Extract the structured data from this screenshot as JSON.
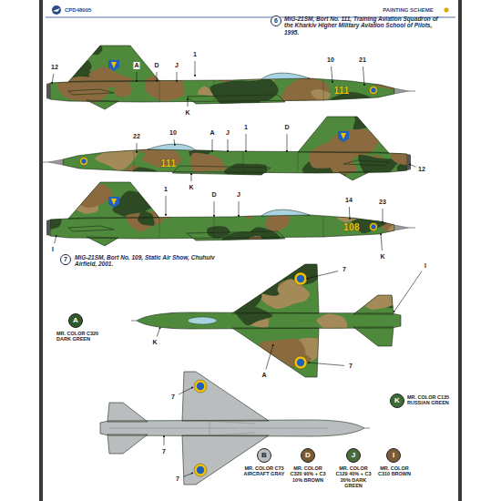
{
  "diagram": {
    "title": "PAINTING SCHEME",
    "labels": [
      "CPD48005",
      "6",
      "MiG-21SM, Bort No. 111, Training Aviation Squadron of the Kharkiv Higher Military Aviation School of Pilots, 1995.",
      "1",
      "12",
      "A",
      "D",
      "J",
      "10",
      "21",
      "K",
      "111",
      "22",
      "10",
      "A",
      "J",
      "1",
      "D",
      "12",
      "K",
      "111",
      "1",
      "D",
      "J",
      "14",
      "23",
      "I",
      "K",
      "108",
      "7",
      "MiG-21SM, Bort No. 109, Static Air Show, Chuhuiv Airfield, 2001.",
      "7",
      "I",
      "A",
      "7",
      "K",
      "7",
      "7",
      "7",
      "A",
      "K",
      "B",
      "D",
      "J",
      "I"
    ],
    "legend": [
      {
        "text": "MR. COLOR C320 DARK GREEN",
        "color": "#2c5a2a"
      },
      {
        "text": "MR. COLOR C135 RUSSIAN GREEN",
        "color": "#3b6b3a"
      },
      {
        "text": "MR. COLOR C73 AIRCRAFT GRAY",
        "color": "#b9bdbf"
      },
      {
        "text": "MR. COLOR C320 90% + C3 10% BROWN",
        "color": "#7a5a35"
      },
      {
        "text": "MR. COLOR C129 40% + C3 20% DARK GREEN",
        "color": "#4a6a3a"
      },
      {
        "text": "MR. COLOR C310 BROWN",
        "color": "#7b5a3a"
      }
    ]
  }
}
